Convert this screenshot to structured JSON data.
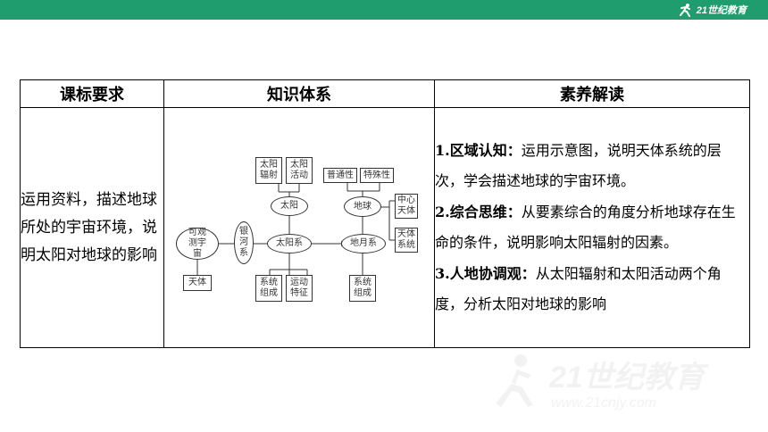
{
  "brand": {
    "logo_text": "21世纪教育",
    "logo_sub": "www.21cnjy.com",
    "bar_color": "#1f9d6e"
  },
  "table": {
    "headers": [
      "课标要求",
      "知识体系",
      "素养解读"
    ],
    "standard": "运用资料，描述地球所处的宇宙环境，说明太阳对地球的影响",
    "literacy": [
      {
        "head": "1.区域认知：",
        "text": "运用示意图，说明天体系统的层次，学会描述地球的宇宙环境。"
      },
      {
        "head": "2.综合思维：",
        "text": "从要素综合的角度分析地球存在生命的条件，说明影响太阳辐射的因素。"
      },
      {
        "head": "3.人地协调观：",
        "text": "从太阳辐射和太阳活动两个角度，分析太阳对地球的影响"
      }
    ]
  },
  "diagram": {
    "observable_universe": "可观测宇宙",
    "milky_way": "银河系",
    "solar_system": "太阳系",
    "earth_moon_system": "地月系",
    "sun": "太阳",
    "earth": "地球",
    "celestial_body": "天体",
    "solar_radiation": "太阳辐射",
    "solar_activity": "太阳活动",
    "universality": "普通性",
    "particularity": "特殊性",
    "center_body": "中心天体",
    "body_system": "天体系统",
    "system_composition_1": "系统组成",
    "motion_feature": "运动特征",
    "system_composition_2": "系统组成"
  }
}
